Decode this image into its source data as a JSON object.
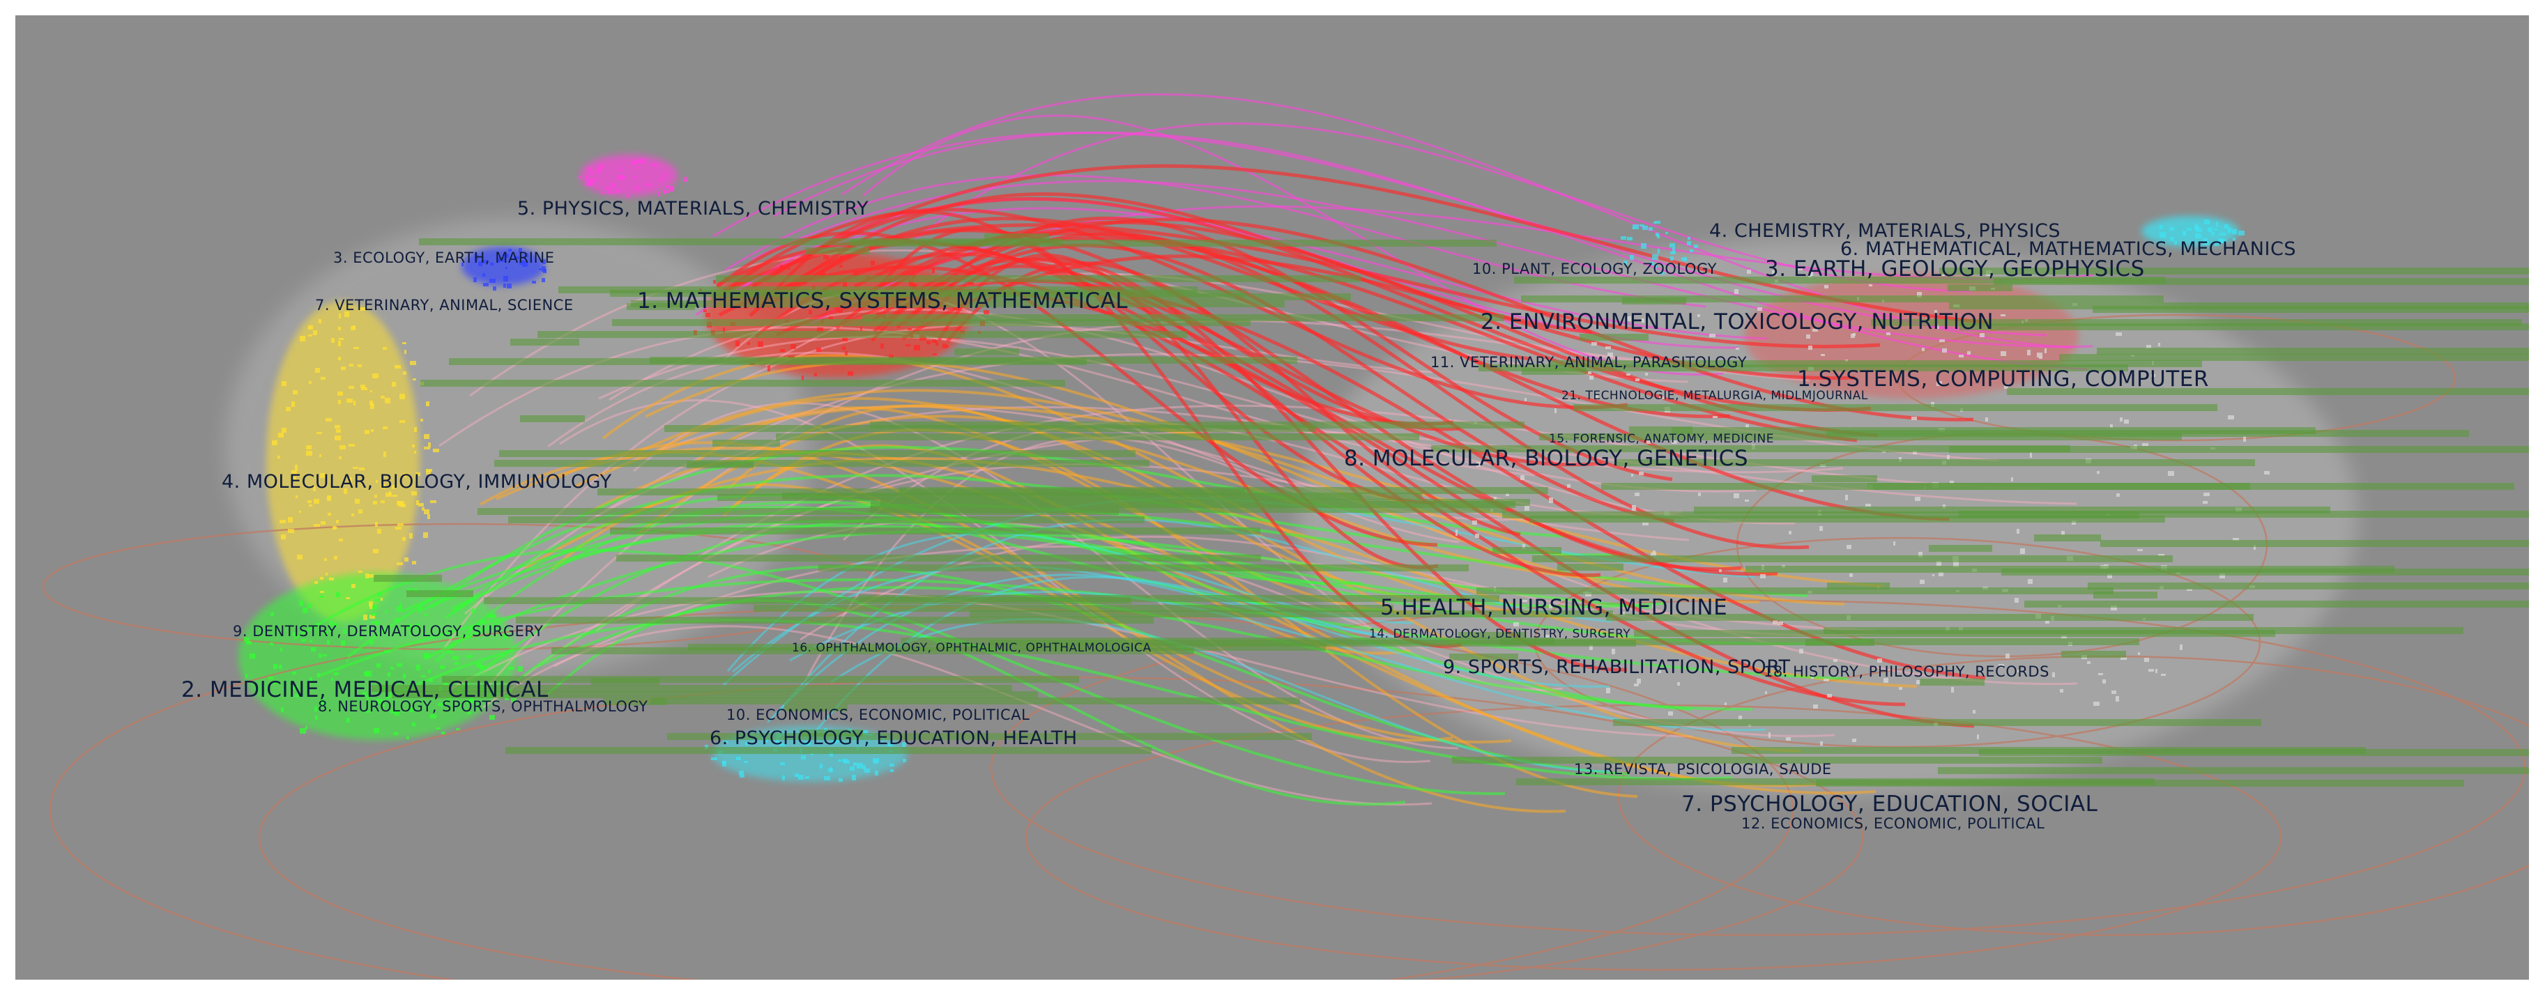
{
  "figure": {
    "left_map": {
      "labels": [
        "5. PHYSICS, MATERIALS, CHEMISTRY",
        "3. ECOLOGY, EARTH, MARINE",
        "7. VETERINARY, ANIMAL, SCIENCE",
        "1. MATHEMATICS, SYSTEMS, MATHEMATICAL",
        "4. MOLECULAR, BIOLOGY, IMMUNOLOGY",
        "9. DENTISTRY, DERMATOLOGY, SURGERY",
        "2. MEDICINE, MEDICAL, CLINICAL",
        "8. NEUROLOGY, SPORTS, OPHTHALMOLOGY",
        "16. OPHTHALMOLOGY, OPHTHALMIC, OPHTHALMOLOGICA",
        "10. ECONOMICS, ECONOMIC, POLITICAL",
        "6. PSYCHOLOGY, EDUCATION, HEALTH"
      ]
    },
    "right_map": {
      "labels": [
        "4. CHEMISTRY, MATERIALS, PHYSICS",
        "6. MATHEMATICAL, MATHEMATICS, MECHANICS",
        "10. PLANT, ECOLOGY, ZOOLOGY",
        "3. EARTH, GEOLOGY, GEOPHYSICS",
        "2. ENVIRONMENTAL, TOXICOLOGY, NUTRITION",
        "11. VETERINARY, ANIMAL, PARASITOLOGY",
        "1.SYSTEMS, COMPUTING, COMPUTER",
        "21. TECHNOLOGIE, METALURGIA, MIDLMJOURNAL",
        "15. FORENSIC, ANATOMY, MEDICINE",
        "8. MOLECULAR, BIOLOGY, GENETICS",
        "5.HEALTH, NURSING, MEDICINE",
        "14. DERMATOLOGY, DENTISTRY, SURGERY",
        "9. SPORTS, REHABILITATION, SPORT",
        "18. HISTORY, PHILOSOPHY, RECORDS",
        "13. REVISTA, PSICOLOGIA, SAUDE",
        "7. PSYCHOLOGY, EDUCATION, SOCIAL",
        "12. ECONOMICS, ECONOMIC, POLITICAL"
      ]
    },
    "colors": {
      "background": "#8c8c8c",
      "label": "#101d3c",
      "flow_red": "#ff2a2a",
      "flow_magenta": "#ff44dd",
      "flow_orange": "#ffaa22",
      "flow_green": "#33ff33",
      "flow_pink": "#ffb0c4",
      "flow_cyan": "#40e0f0",
      "flow_yellow": "#ffe033",
      "flow_blue": "#3344ff",
      "ring": "#c07a62"
    }
  }
}
